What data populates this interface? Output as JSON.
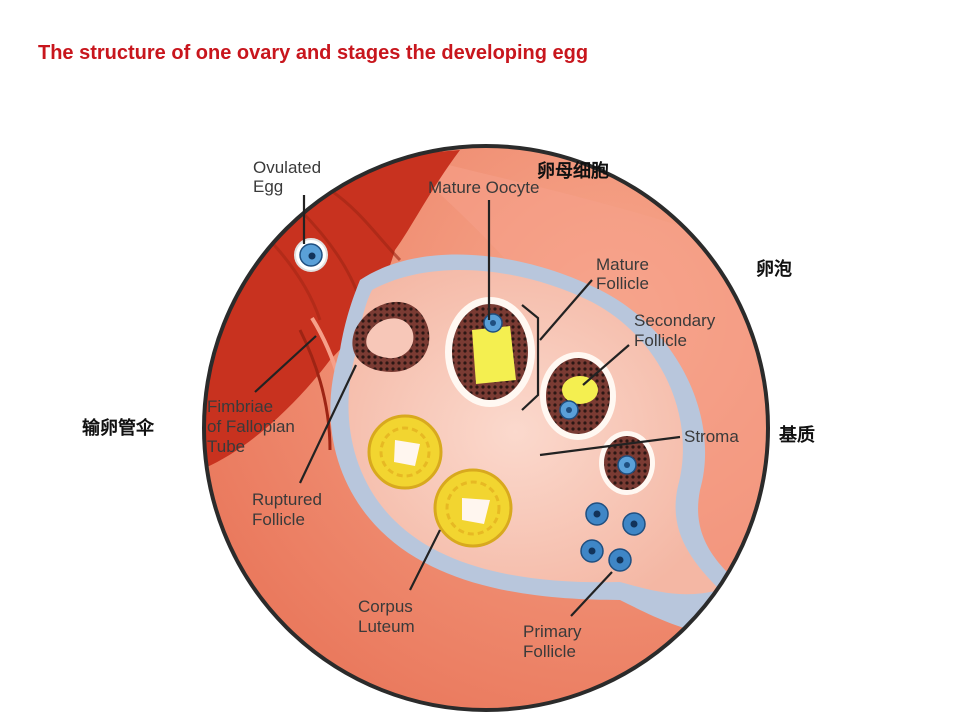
{
  "title": "The structure of one ovary and stages the developing egg",
  "labels": {
    "ovulated_egg": [
      "Ovulated",
      "Egg"
    ],
    "mature_oocyte": [
      "Mature Oocyte"
    ],
    "mature_follicle": [
      "Mature",
      "Follicle"
    ],
    "secondary_follicle": [
      "Secondary",
      "Follicle"
    ],
    "stroma": [
      "Stroma"
    ],
    "fimbriae": [
      "Fimbriae",
      "of Fallopian",
      "Tube"
    ],
    "ruptured_follicle": [
      "Ruptured",
      "Follicle"
    ],
    "corpus_luteum": [
      "Corpus",
      "Luteum"
    ],
    "primary_follicle": [
      "Primary",
      "Follicle"
    ]
  },
  "chinese": {
    "oocyte": "卵母细胞",
    "follicle": "卵泡",
    "fimbriae": "输卵管伞",
    "stroma": "基质"
  },
  "colors": {
    "title": "#c8161d",
    "background_tissue": "#f08a6c",
    "ovary": "#f7c7b8",
    "tube": "#c8321f",
    "capsule": "#b8c6dc",
    "corpus": "#f2d530",
    "cell": "#3f86c6"
  }
}
